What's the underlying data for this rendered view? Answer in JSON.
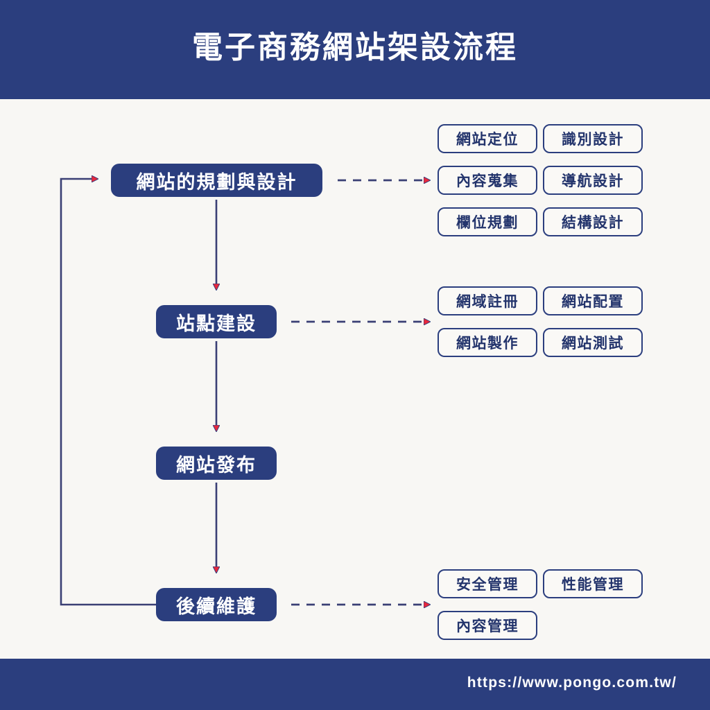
{
  "header": {
    "title": "電子商務網站架設流程",
    "background_color": "#2b3e7e",
    "text_color": "#ffffff"
  },
  "footer": {
    "url": "https://www.pongo.com.tw/",
    "background_color": "#2b3e7e"
  },
  "theme": {
    "page_background": "#f8f7f4",
    "navy": "#2b3e7e",
    "navy_text": "#23346c",
    "arrow_red": "#e8283c",
    "box_fill": "#faf9f6"
  },
  "flow": {
    "stages": [
      {
        "id": "stage-planning",
        "label": "網站的規劃與設計"
      },
      {
        "id": "stage-construction",
        "label": "站點建設"
      },
      {
        "id": "stage-publish",
        "label": "網站發布"
      },
      {
        "id": "stage-maintenance",
        "label": "後續維護"
      }
    ],
    "groups": [
      {
        "id": "group-planning",
        "parent": "stage-planning",
        "items": [
          "網站定位",
          "識別設計",
          "內容蒐集",
          "導航設計",
          "欄位規劃",
          "結構設計"
        ]
      },
      {
        "id": "group-construction",
        "parent": "stage-construction",
        "items": [
          "網域註冊",
          "網站配置",
          "網站製作",
          "網站測試"
        ]
      },
      {
        "id": "group-maintenance",
        "parent": "stage-maintenance",
        "items": [
          "安全管理",
          "性能管理",
          "內容管理"
        ]
      }
    ],
    "connectors": {
      "vertical_solid_with_arrow": 3,
      "horizontal_dashed_with_arrow": 3,
      "feedback_loop_label": "後續維護 → 網站的規劃與設計"
    }
  }
}
